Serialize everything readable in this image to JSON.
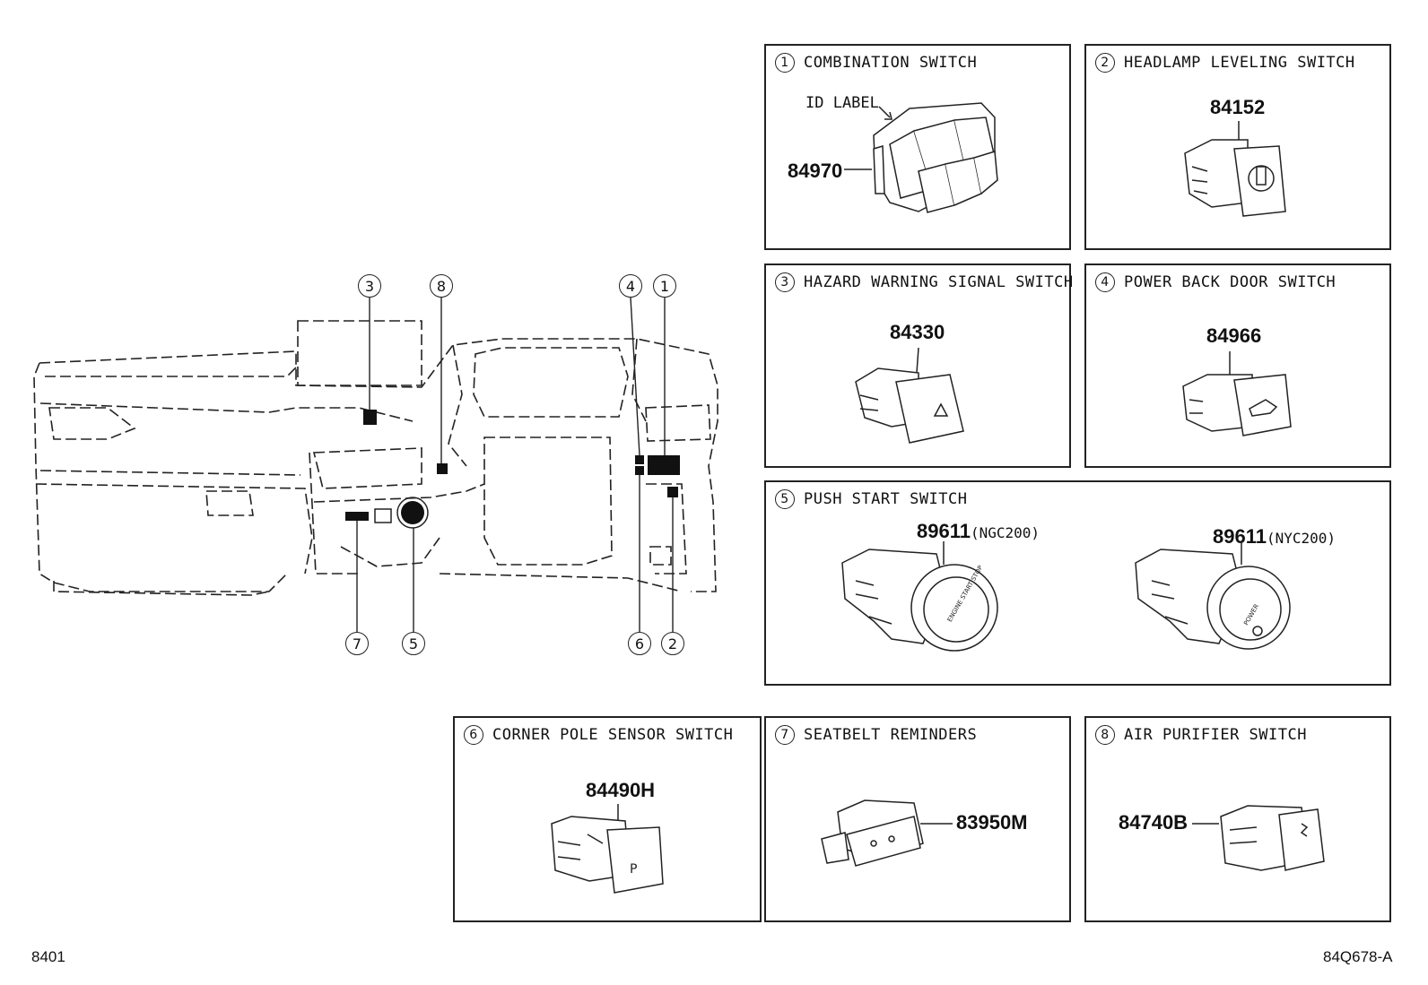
{
  "panels": [
    {
      "num": "1",
      "title": "COMBINATION SWITCH",
      "part": "84970",
      "id_label": "ID LABEL"
    },
    {
      "num": "2",
      "title": "HEADLAMP LEVELING SWITCH",
      "part": "84152"
    },
    {
      "num": "3",
      "title": "HAZARD WARNING SIGNAL SWITCH",
      "part": "84330"
    },
    {
      "num": "4",
      "title": "POWER BACK DOOR SWITCH",
      "part": "84966"
    },
    {
      "num": "5",
      "title": "PUSH START SWITCH",
      "parts": [
        {
          "part": "89611",
          "variant": "(NGC200)",
          "button_text": "ENGINE START STOP"
        },
        {
          "part": "89611",
          "variant": "(NYC200)",
          "button_text": "POWER"
        }
      ]
    },
    {
      "num": "6",
      "title": "CORNER POLE SENSOR SWITCH",
      "part": "84490H",
      "button_text": "P"
    },
    {
      "num": "7",
      "title": "SEATBELT REMINDERS",
      "part": "83950M"
    },
    {
      "num": "8",
      "title": "AIR PURIFIER SWITCH",
      "part": "84740B"
    }
  ],
  "dashboard": {
    "callouts": [
      "1",
      "2",
      "3",
      "4",
      "5",
      "6",
      "7",
      "8"
    ]
  },
  "footer": {
    "left": "8401",
    "right": "84Q678-A"
  },
  "icons": {
    "panel_number": "circled-number",
    "hazard": "hazard-triangle-icon",
    "back_door": "back-door-icon",
    "power": "power-icon",
    "parking_sensor": "parking-sensor-icon"
  }
}
